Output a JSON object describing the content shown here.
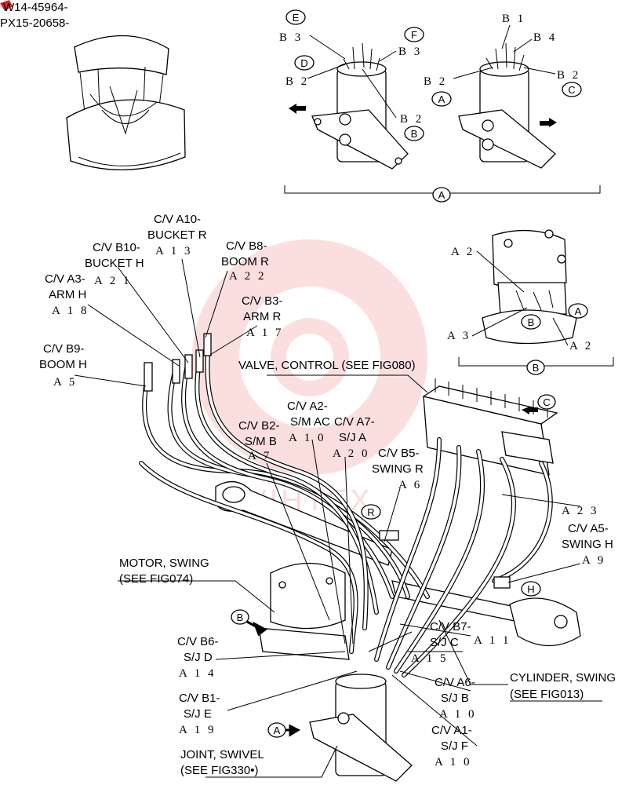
{
  "part_numbers": [
    "W14-45964-",
    "PX15-20658-"
  ],
  "watermark": "VIHTEX",
  "callouts": {
    "E": "E",
    "F": "F",
    "D": "D",
    "B": "B",
    "A": "A",
    "C": "C",
    "R": "R",
    "H": "H"
  },
  "detail_A_codes": {
    "left": {
      "b3_top": "B 3",
      "b3_right": "B 3",
      "b2_left": "B 2",
      "b2_bottom": "B 2"
    },
    "right": {
      "b1": "B 1",
      "b4": "B 4",
      "b2_left": "B 2",
      "b2_right": "B 2"
    }
  },
  "detail_B_codes": {
    "a2_top": "A 2",
    "a3": "A 3",
    "a2_bottom": "A 2"
  },
  "labels": {
    "cv_a10": [
      "C/V A10-",
      "BUCKET R"
    ],
    "cv_a10_code": "A 1 3",
    "cv_b10": [
      "C/V B10-",
      "BUCKET H"
    ],
    "cv_b10_code": "A 2 1",
    "cv_b8": [
      "C/V B8-",
      "BOOM R"
    ],
    "cv_b8_code": "A 2 2",
    "cv_a3": [
      "C/V A3-",
      "ARM H"
    ],
    "cv_a3_code": "A 1 8",
    "cv_b3": [
      "C/V B3-",
      "ARM R"
    ],
    "cv_b3_code": "A 1 7",
    "cv_b9": [
      "C/V B9-",
      "BOOM H"
    ],
    "cv_b9_code": "A 5",
    "valve_control": "VALVE, CONTROL (SEE FIG080)",
    "cv_a2": [
      "C/V A2-",
      "S/M AC"
    ],
    "cv_a2_code": "A 1 0",
    "cv_a7": [
      "C/V A7-",
      "S/J A"
    ],
    "cv_a7_code": "A 2 0",
    "cv_b2": [
      "C/V B2-",
      "S/M B"
    ],
    "cv_b2_code": "A 7",
    "cv_b5": [
      "C/V B5-",
      "SWING R"
    ],
    "cv_b5_code": "A 6",
    "a23_code": "A 2 3",
    "cv_a5": [
      "C/V A5-",
      "SWING H"
    ],
    "cv_a5_code": "A 9",
    "motor_swing": [
      "MOTOR, SWING",
      "(SEE FIG074)"
    ],
    "cv_b6": [
      "C/V B6-",
      "S/J D"
    ],
    "cv_b6_code": "A 1 4",
    "cv_b7": [
      "C/V B7-",
      "S/J C"
    ],
    "cv_b7_code_a": "A 1 1",
    "cv_b7_code_b": "A 1 5",
    "cylinder_swing": [
      "CYLINDER, SWING",
      "(SEE FIG013)"
    ],
    "cv_a6": [
      "C/V A6-",
      "S/J B"
    ],
    "cv_a6_code": "A 1 0",
    "cv_b1": [
      "C/V B1-",
      "S/J E"
    ],
    "cv_b1_code": "A 1 9",
    "cv_a1": [
      "C/V A1-",
      "S/J F"
    ],
    "cv_a1_code": "A 1 0",
    "joint_swivel": [
      "JOINT, SWIVEL",
      "(SEE FIG330•)"
    ]
  }
}
